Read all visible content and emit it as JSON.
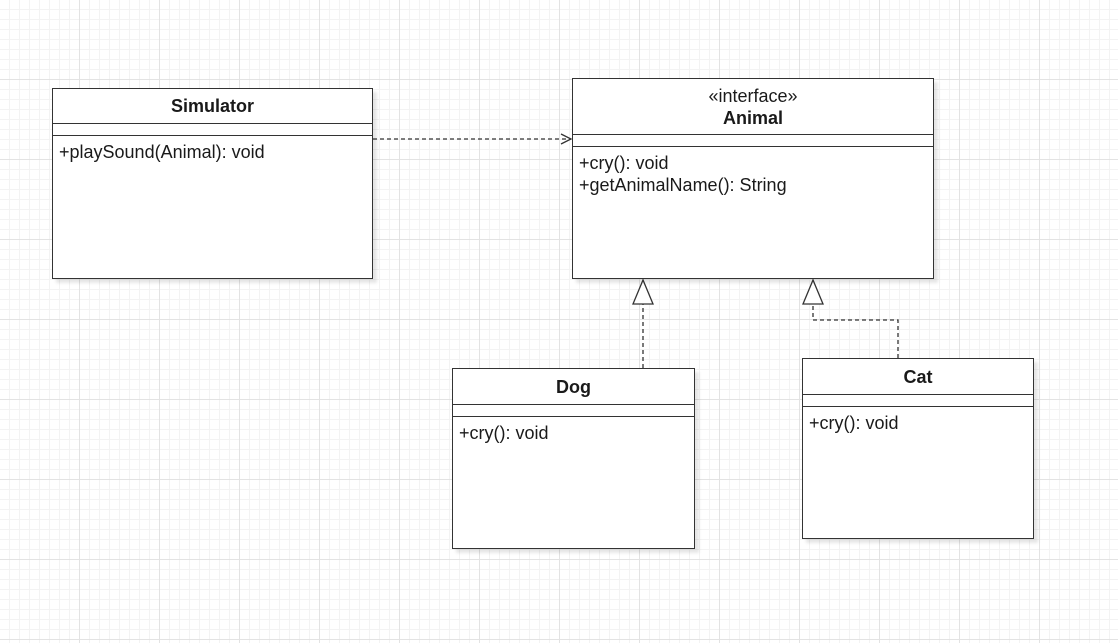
{
  "diagram": {
    "classes": [
      {
        "id": "simulator",
        "stereotype": "",
        "name": "Simulator",
        "methods": [
          "+playSound(Animal): void"
        ]
      },
      {
        "id": "animal",
        "stereotype": "«interface»",
        "name": "Animal",
        "methods": [
          "+cry(): void",
          "+getAnimalName(): String"
        ]
      },
      {
        "id": "dog",
        "stereotype": "",
        "name": "Dog",
        "methods": [
          "+cry(): void"
        ]
      },
      {
        "id": "cat",
        "stereotype": "",
        "name": "Cat",
        "methods": [
          "+cry(): void"
        ]
      }
    ],
    "relationships": [
      {
        "from": "Simulator",
        "to": "Animal",
        "type": "dependency"
      },
      {
        "from": "Dog",
        "to": "Animal",
        "type": "realization"
      },
      {
        "from": "Cat",
        "to": "Animal",
        "type": "realization"
      }
    ],
    "colors": {
      "line": "#333333",
      "background": "#ffffff",
      "grid": "#e3e3e3"
    }
  }
}
